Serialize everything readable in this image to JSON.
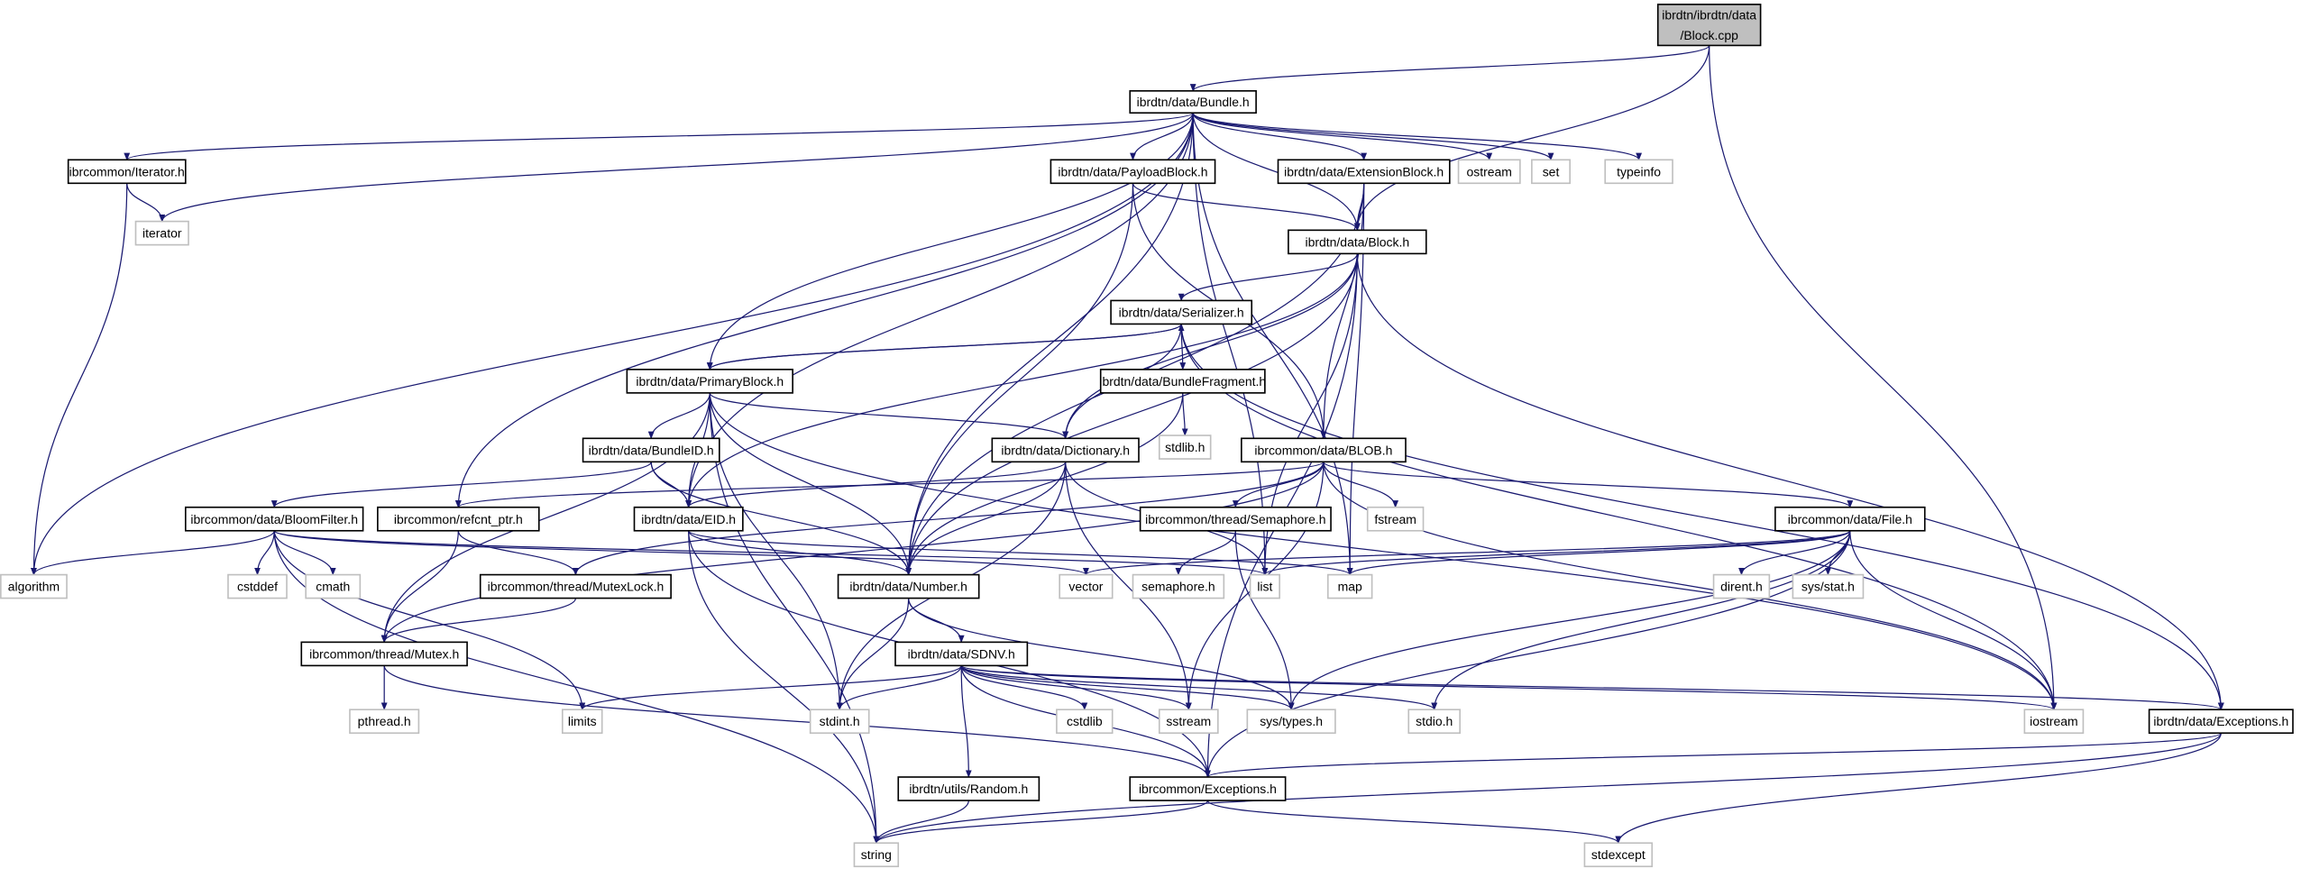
{
  "graph": {
    "kind": "include-dependency-graph",
    "colors": {
      "edge": "#191970",
      "root_fill": "#bfbfbf",
      "node_border": "#000000",
      "system_border": "#bfbfbf"
    },
    "nodes": [
      {
        "id": "blockcpp",
        "lines": [
          "ibrdtn/ibrdtn/data",
          "/Block.cpp"
        ],
        "type": "root"
      },
      {
        "id": "bundle",
        "lines": [
          "ibrdtn/data/Bundle.h"
        ],
        "type": "project"
      },
      {
        "id": "iteratorh",
        "lines": [
          "ibrcommon/Iterator.h"
        ],
        "type": "project"
      },
      {
        "id": "iterator",
        "lines": [
          "iterator"
        ],
        "type": "system"
      },
      {
        "id": "payload",
        "lines": [
          "ibrdtn/data/PayloadBlock.h"
        ],
        "type": "project"
      },
      {
        "id": "extension",
        "lines": [
          "ibrdtn/data/ExtensionBlock.h"
        ],
        "type": "project"
      },
      {
        "id": "ostream",
        "lines": [
          "ostream"
        ],
        "type": "system"
      },
      {
        "id": "set",
        "lines": [
          "set"
        ],
        "type": "system"
      },
      {
        "id": "typeinfo",
        "lines": [
          "typeinfo"
        ],
        "type": "system"
      },
      {
        "id": "blockh",
        "lines": [
          "ibrdtn/data/Block.h"
        ],
        "type": "project"
      },
      {
        "id": "serializer",
        "lines": [
          "ibrdtn/data/Serializer.h"
        ],
        "type": "project"
      },
      {
        "id": "primary",
        "lines": [
          "ibrdtn/data/PrimaryBlock.h"
        ],
        "type": "project"
      },
      {
        "id": "fragment",
        "lines": [
          "ibrdtn/data/BundleFragment.h"
        ],
        "type": "project"
      },
      {
        "id": "stdlib",
        "lines": [
          "stdlib.h"
        ],
        "type": "system"
      },
      {
        "id": "bundleid",
        "lines": [
          "ibrdtn/data/BundleID.h"
        ],
        "type": "project"
      },
      {
        "id": "dictionary",
        "lines": [
          "ibrdtn/data/Dictionary.h"
        ],
        "type": "project"
      },
      {
        "id": "blob",
        "lines": [
          "ibrcommon/data/BLOB.h"
        ],
        "type": "project"
      },
      {
        "id": "fstream",
        "lines": [
          "fstream"
        ],
        "type": "system"
      },
      {
        "id": "bloom",
        "lines": [
          "ibrcommon/data/BloomFilter.h"
        ],
        "type": "project"
      },
      {
        "id": "refcnt",
        "lines": [
          "ibrcommon/refcnt_ptr.h"
        ],
        "type": "project"
      },
      {
        "id": "eid",
        "lines": [
          "ibrdtn/data/EID.h"
        ],
        "type": "project"
      },
      {
        "id": "semaphoreh",
        "lines": [
          "ibrcommon/thread/Semaphore.h"
        ],
        "type": "project"
      },
      {
        "id": "file",
        "lines": [
          "ibrcommon/data/File.h"
        ],
        "type": "project"
      },
      {
        "id": "algorithm",
        "lines": [
          "algorithm"
        ],
        "type": "system"
      },
      {
        "id": "cstddef",
        "lines": [
          "cstddef"
        ],
        "type": "system"
      },
      {
        "id": "cmath",
        "lines": [
          "cmath"
        ],
        "type": "system"
      },
      {
        "id": "mutexlock",
        "lines": [
          "ibrcommon/thread/MutexLock.h"
        ],
        "type": "project"
      },
      {
        "id": "number",
        "lines": [
          "ibrdtn/data/Number.h"
        ],
        "type": "project"
      },
      {
        "id": "vector",
        "lines": [
          "vector"
        ],
        "type": "system"
      },
      {
        "id": "list",
        "lines": [
          "list"
        ],
        "type": "system"
      },
      {
        "id": "map",
        "lines": [
          "map"
        ],
        "type": "system"
      },
      {
        "id": "semaphore",
        "lines": [
          "semaphore.h"
        ],
        "type": "system"
      },
      {
        "id": "dirent",
        "lines": [
          "dirent.h"
        ],
        "type": "system"
      },
      {
        "id": "sysstat",
        "lines": [
          "sys/stat.h"
        ],
        "type": "system"
      },
      {
        "id": "mutex",
        "lines": [
          "ibrcommon/thread/Mutex.h"
        ],
        "type": "project"
      },
      {
        "id": "sdnv",
        "lines": [
          "ibrdtn/data/SDNV.h"
        ],
        "type": "project"
      },
      {
        "id": "pthread",
        "lines": [
          "pthread.h"
        ],
        "type": "system"
      },
      {
        "id": "limits",
        "lines": [
          "limits"
        ],
        "type": "system"
      },
      {
        "id": "stdint",
        "lines": [
          "stdint.h"
        ],
        "type": "system"
      },
      {
        "id": "cstdlib",
        "lines": [
          "cstdlib"
        ],
        "type": "system"
      },
      {
        "id": "sstream",
        "lines": [
          "sstream"
        ],
        "type": "system"
      },
      {
        "id": "systypes",
        "lines": [
          "sys/types.h"
        ],
        "type": "system"
      },
      {
        "id": "stdio",
        "lines": [
          "stdio.h"
        ],
        "type": "system"
      },
      {
        "id": "iostream",
        "lines": [
          "iostream"
        ],
        "type": "system"
      },
      {
        "id": "dtnexc",
        "lines": [
          "ibrdtn/data/Exceptions.h"
        ],
        "type": "project"
      },
      {
        "id": "random",
        "lines": [
          "ibrdtn/utils/Random.h"
        ],
        "type": "project"
      },
      {
        "id": "comexc",
        "lines": [
          "ibrcommon/Exceptions.h"
        ],
        "type": "project"
      },
      {
        "id": "string",
        "lines": [
          "string"
        ],
        "type": "system"
      },
      {
        "id": "stdexcept",
        "lines": [
          "stdexcept"
        ],
        "type": "system"
      }
    ],
    "edges": [
      [
        "blockcpp",
        "bundle"
      ],
      [
        "blockcpp",
        "blockh"
      ],
      [
        "blockcpp",
        "iostream"
      ],
      [
        "bundle",
        "iteratorh"
      ],
      [
        "bundle",
        "iterator"
      ],
      [
        "bundle",
        "algorithm"
      ],
      [
        "bundle",
        "payload"
      ],
      [
        "bundle",
        "extension"
      ],
      [
        "bundle",
        "ostream"
      ],
      [
        "bundle",
        "set"
      ],
      [
        "bundle",
        "typeinfo"
      ],
      [
        "bundle",
        "blockh"
      ],
      [
        "bundle",
        "primary"
      ],
      [
        "bundle",
        "eid"
      ],
      [
        "bundle",
        "number"
      ],
      [
        "bundle",
        "refcnt"
      ],
      [
        "bundle",
        "list"
      ],
      [
        "bundle",
        "map"
      ],
      [
        "iteratorh",
        "iterator"
      ],
      [
        "iteratorh",
        "algorithm"
      ],
      [
        "payload",
        "blockh"
      ],
      [
        "payload",
        "blob"
      ],
      [
        "payload",
        "number"
      ],
      [
        "extension",
        "blockh"
      ],
      [
        "extension",
        "blob"
      ],
      [
        "extension",
        "number"
      ],
      [
        "extension",
        "map"
      ],
      [
        "blockh",
        "serializer"
      ],
      [
        "blockh",
        "dictionary"
      ],
      [
        "blockh",
        "eid"
      ],
      [
        "blockh",
        "number"
      ],
      [
        "blockh",
        "list"
      ],
      [
        "blockh",
        "dtnexc"
      ],
      [
        "blockh",
        "comexc"
      ],
      [
        "serializer",
        "primary"
      ],
      [
        "serializer",
        "fragment"
      ],
      [
        "serializer",
        "dictionary"
      ],
      [
        "serializer",
        "iostream"
      ],
      [
        "serializer",
        "dtnexc"
      ],
      [
        "primary",
        "serializer"
      ],
      [
        "primary",
        "bundleid"
      ],
      [
        "primary",
        "dictionary"
      ],
      [
        "primary",
        "eid"
      ],
      [
        "primary",
        "number"
      ],
      [
        "primary",
        "mutex"
      ],
      [
        "primary",
        "string"
      ],
      [
        "primary",
        "stdint"
      ],
      [
        "primary",
        "iostream"
      ],
      [
        "fragment",
        "stdlib"
      ],
      [
        "fragment",
        "number"
      ],
      [
        "bundleid",
        "bloom"
      ],
      [
        "bundleid",
        "eid"
      ],
      [
        "bundleid",
        "number"
      ],
      [
        "dictionary",
        "eid"
      ],
      [
        "dictionary",
        "number"
      ],
      [
        "dictionary",
        "sstream"
      ],
      [
        "dictionary",
        "stdint"
      ],
      [
        "dictionary",
        "list"
      ],
      [
        "blob",
        "refcnt"
      ],
      [
        "blob",
        "mutexlock"
      ],
      [
        "blob",
        "mutex"
      ],
      [
        "blob",
        "semaphoreh"
      ],
      [
        "blob",
        "fstream"
      ],
      [
        "blob",
        "file"
      ],
      [
        "blob",
        "iostream"
      ],
      [
        "blob",
        "sstream"
      ],
      [
        "bloom",
        "algorithm"
      ],
      [
        "bloom",
        "cstddef"
      ],
      [
        "bloom",
        "cmath"
      ],
      [
        "bloom",
        "string"
      ],
      [
        "bloom",
        "limits"
      ],
      [
        "bloom",
        "list"
      ],
      [
        "bloom",
        "vector"
      ],
      [
        "refcnt",
        "mutexlock"
      ],
      [
        "refcnt",
        "mutex"
      ],
      [
        "eid",
        "number"
      ],
      [
        "eid",
        "string"
      ],
      [
        "eid",
        "map"
      ],
      [
        "eid",
        "comexc"
      ],
      [
        "semaphoreh",
        "semaphore"
      ],
      [
        "semaphoreh",
        "systypes"
      ],
      [
        "file",
        "list"
      ],
      [
        "file",
        "map"
      ],
      [
        "file",
        "vector"
      ],
      [
        "file",
        "dirent"
      ],
      [
        "file",
        "sysstat"
      ],
      [
        "file",
        "iostream"
      ],
      [
        "file",
        "stdio"
      ],
      [
        "file",
        "systypes"
      ],
      [
        "file",
        "comexc"
      ],
      [
        "mutexlock",
        "mutex"
      ],
      [
        "number",
        "sdnv"
      ],
      [
        "number",
        "stdint"
      ],
      [
        "number",
        "systypes"
      ],
      [
        "mutex",
        "pthread"
      ],
      [
        "mutex",
        "comexc"
      ],
      [
        "sdnv",
        "limits"
      ],
      [
        "sdnv",
        "stdint"
      ],
      [
        "sdnv",
        "cstdlib"
      ],
      [
        "sdnv",
        "sstream"
      ],
      [
        "sdnv",
        "systypes"
      ],
      [
        "sdnv",
        "stdio"
      ],
      [
        "sdnv",
        "iostream"
      ],
      [
        "sdnv",
        "dtnexc"
      ],
      [
        "sdnv",
        "random"
      ],
      [
        "sdnv",
        "comexc"
      ],
      [
        "random",
        "string"
      ],
      [
        "comexc",
        "string"
      ],
      [
        "comexc",
        "stdexcept"
      ],
      [
        "dtnexc",
        "comexc"
      ],
      [
        "dtnexc",
        "string"
      ],
      [
        "dtnexc",
        "stdexcept"
      ]
    ]
  }
}
